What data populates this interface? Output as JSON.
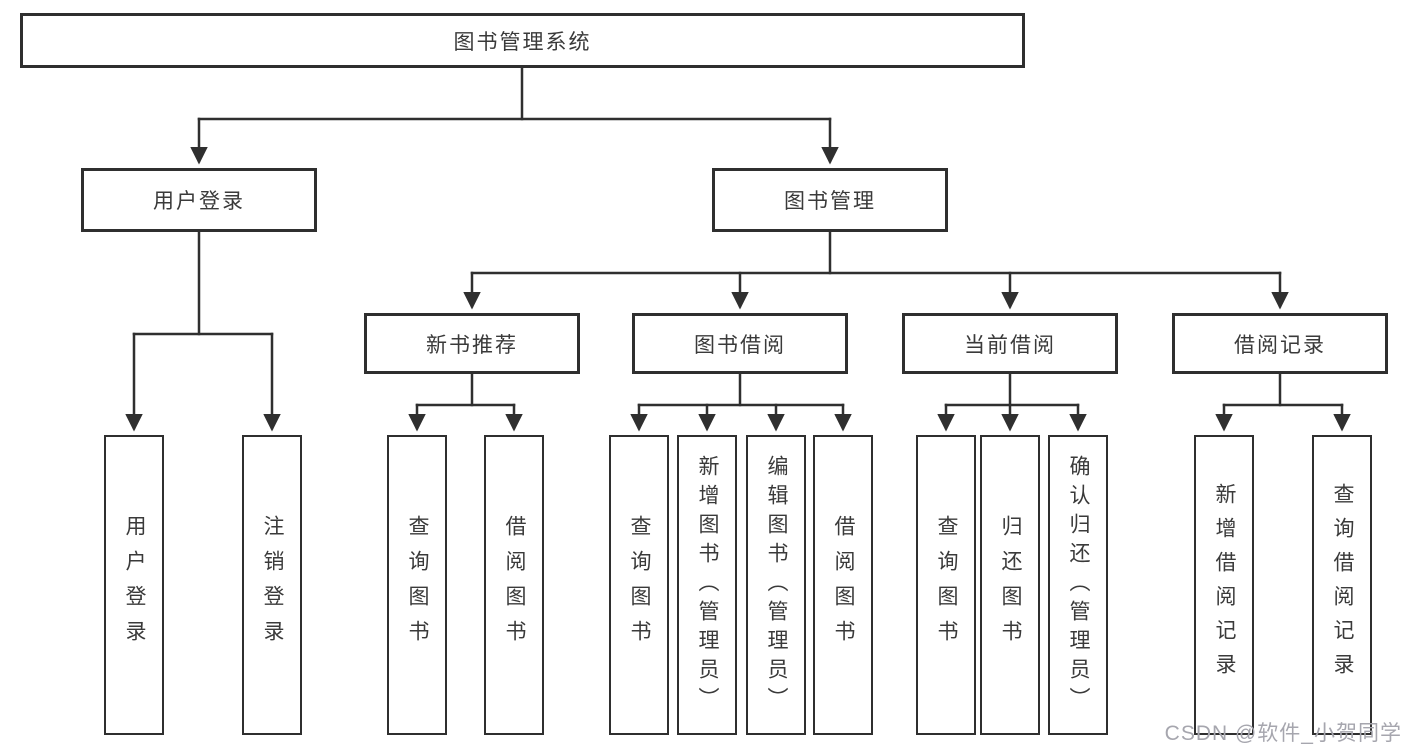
{
  "diagram": {
    "title": "图书管理系统",
    "root": {
      "label": "图书管理系统"
    },
    "level2": [
      {
        "label": "用户登录"
      },
      {
        "label": "图书管理"
      }
    ],
    "level3": [
      {
        "label": "新书推荐",
        "parent": "图书管理"
      },
      {
        "label": "图书借阅",
        "parent": "图书管理"
      },
      {
        "label": "当前借阅",
        "parent": "图书管理"
      },
      {
        "label": "借阅记录",
        "parent": "图书管理"
      }
    ],
    "leaves": [
      {
        "label": "用户登录",
        "parent": "用户登录"
      },
      {
        "label": "注销登录",
        "parent": "用户登录"
      },
      {
        "label": "查询图书",
        "parent": "新书推荐"
      },
      {
        "label": "借阅图书",
        "parent": "新书推荐"
      },
      {
        "label": "查询图书",
        "parent": "图书借阅"
      },
      {
        "label": "新增图书（管理员）",
        "parent": "图书借阅"
      },
      {
        "label": "编辑图书（管理员）",
        "parent": "图书借阅"
      },
      {
        "label": "借阅图书",
        "parent": "图书借阅"
      },
      {
        "label": "查询图书",
        "parent": "当前借阅"
      },
      {
        "label": "归还图书",
        "parent": "当前借阅"
      },
      {
        "label": "确认归还（管理员）",
        "parent": "当前借阅"
      },
      {
        "label": "新增借阅记录",
        "parent": "借阅记录"
      },
      {
        "label": "查询借阅记录",
        "parent": "借阅记录"
      }
    ],
    "colors": {
      "line": "#2f2f2f",
      "box_border": "#2f2f2f",
      "box_bg": "#ffffff",
      "text": "#3a3a3a",
      "watermark": "#a6a6ae"
    }
  },
  "watermark": {
    "text": "CSDN @软件_小贺同学"
  }
}
